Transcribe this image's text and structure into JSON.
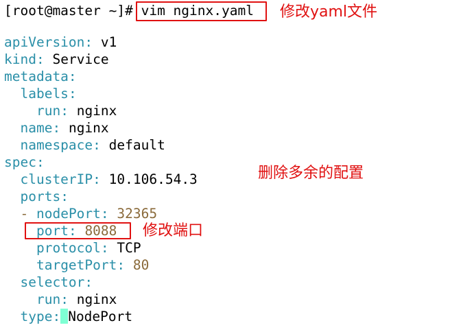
{
  "terminal": {
    "prompt": "[root@master ~]#",
    "command": "vim nginx.yaml"
  },
  "yaml": {
    "apiVersion_key": "apiVersion",
    "apiVersion_val": "v1",
    "kind_key": "kind",
    "kind_val": "Service",
    "metadata_key": "metadata",
    "labels_key": "labels",
    "labels_run_key": "run",
    "labels_run_val": "nginx",
    "name_key": "name",
    "name_val": "nginx",
    "namespace_key": "namespace",
    "namespace_val": "default",
    "spec_key": "spec",
    "clusterIP_key": "clusterIP",
    "clusterIP_val": "10.106.54.3",
    "ports_key": "ports",
    "nodePort_key": "nodePort",
    "nodePort_val": "32365",
    "port_key": "port",
    "port_val": "8088",
    "protocol_key": "protocol",
    "protocol_val": "TCP",
    "targetPort_key": "targetPort",
    "targetPort_val": "80",
    "selector_key": "selector",
    "selector_run_key": "run",
    "selector_run_val": "nginx",
    "type_key": "type",
    "type_val": "NodePort"
  },
  "annotations": {
    "edit_yaml": "修改yaml文件",
    "delete_extra": "删除多余的配置",
    "edit_port": "修改端口"
  },
  "colors": {
    "yaml_key": "#2a8fa8",
    "yaml_number": "#8a6a3a",
    "annotation": "#e01010",
    "cursor": "#7fffd4"
  }
}
